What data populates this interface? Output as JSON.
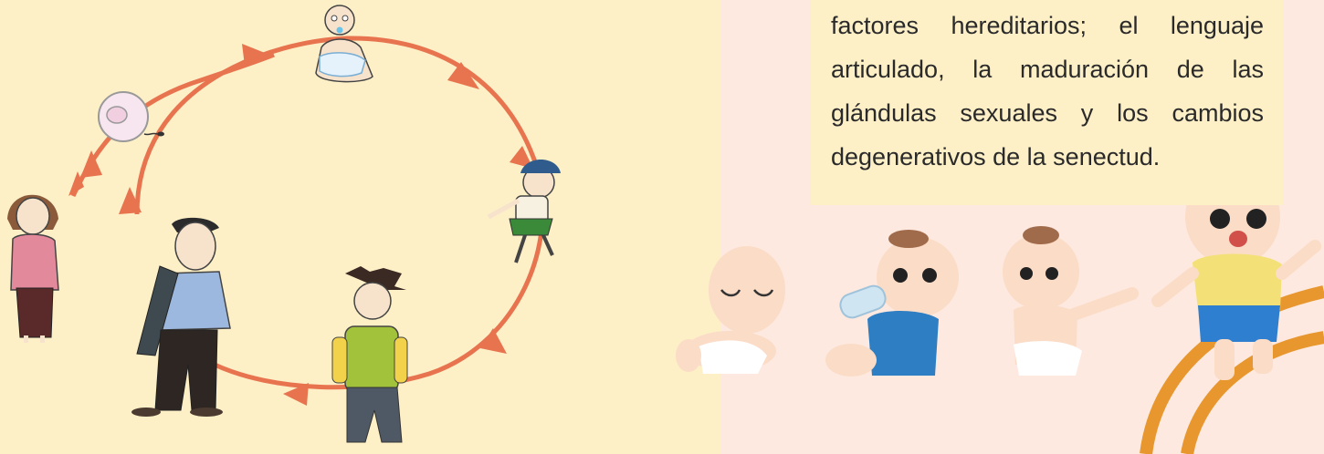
{
  "text_box": {
    "paragraph": "factores hereditarios; el lenguaje articulado, la maduración de las glándulas sexuales y los cambios degenerativos de la senectud."
  },
  "colors": {
    "left_background": "#fdefc6",
    "right_background": "#fde9e0",
    "cycle_arrow": "#e8734f",
    "text": "#2a2a2a"
  },
  "icons": [
    "life-cycle-arrows",
    "ovum-cell",
    "sperm-cell",
    "infant-figure",
    "child-figure",
    "adolescent-figure",
    "adult-man-figure",
    "adult-woman-figure",
    "sleeping-baby",
    "bottle-baby",
    "sitting-baby",
    "toddler"
  ]
}
